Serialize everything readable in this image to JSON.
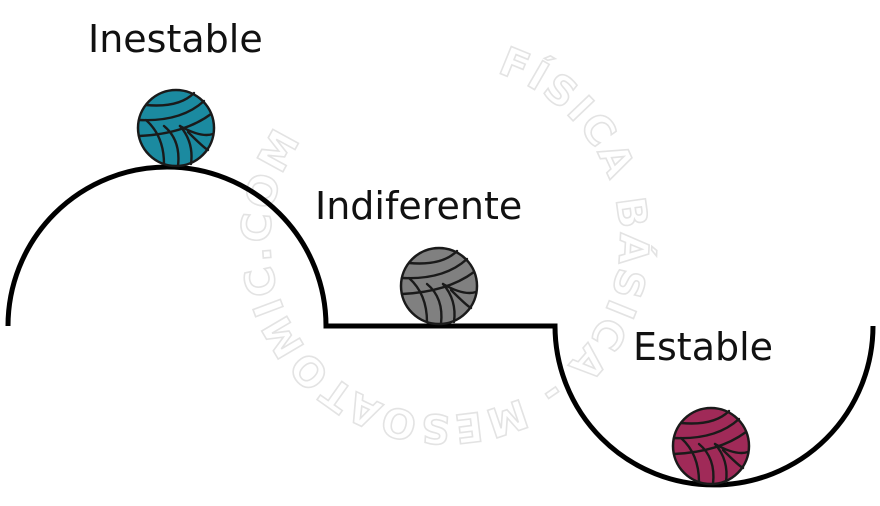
{
  "labels": {
    "unstable": "Inestable",
    "neutral": "Indiferente",
    "stable": "Estable"
  },
  "watermark": "FÍSICA BÁSICA - MESOATOMIC.COM",
  "colors": {
    "unstable_ball": "#1b8aa0",
    "neutral_ball": "#808080",
    "stable_ball": "#a02a58",
    "surface": "#000000"
  },
  "icons": {
    "unstable": "volleyball-icon",
    "neutral": "volleyball-icon",
    "stable": "volleyball-icon"
  }
}
